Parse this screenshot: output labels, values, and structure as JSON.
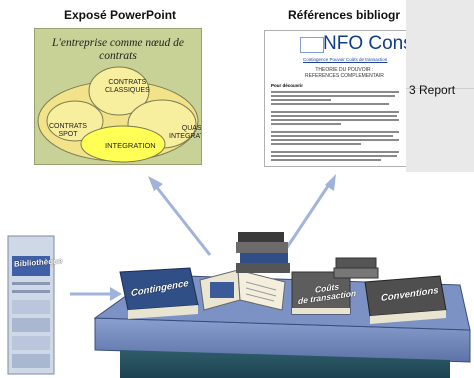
{
  "header": {
    "ppt_title": "Exposé PowerPoint",
    "ref_title": "Références bibliogr"
  },
  "slide": {
    "heading_line1": "L'entreprise comme nœud de",
    "heading_line2": "contrats",
    "labels": {
      "classiques_1": "CONTRATS",
      "classiques_2": "CLASSIQUES",
      "spot_1": "CONTRATS",
      "spot_2": "SPOT",
      "quasi_1": "QUASI",
      "quasi_2": "INTEGRATION",
      "integration": "INTEGRATION"
    }
  },
  "reference": {
    "logo": "NFO Consul",
    "links": "Contingence   Pouvoir   Coûts de transaction",
    "theorie_1": "THEORIE DU POUVOIR :",
    "theorie_2": "REFERENCES COMPLEMENTAIR",
    "pour": "Pour découvrir"
  },
  "right_panel": {
    "report": "3  Report"
  },
  "books": {
    "contingence": "Contingence",
    "couts_1": "Coûts",
    "couts_2": "de transaction",
    "conventions": "Conventions",
    "bibliotheque": "Bibliothèque"
  },
  "colors": {
    "slide_bg": "#c8d296",
    "ellipse_outer": "#f2e38a",
    "ellipse_inner": "#ffff66",
    "table_top": "#6f86b8",
    "table_body": "#27525f",
    "arrow": "#9fb4d8",
    "logo_blue": "#0f3d8a"
  }
}
